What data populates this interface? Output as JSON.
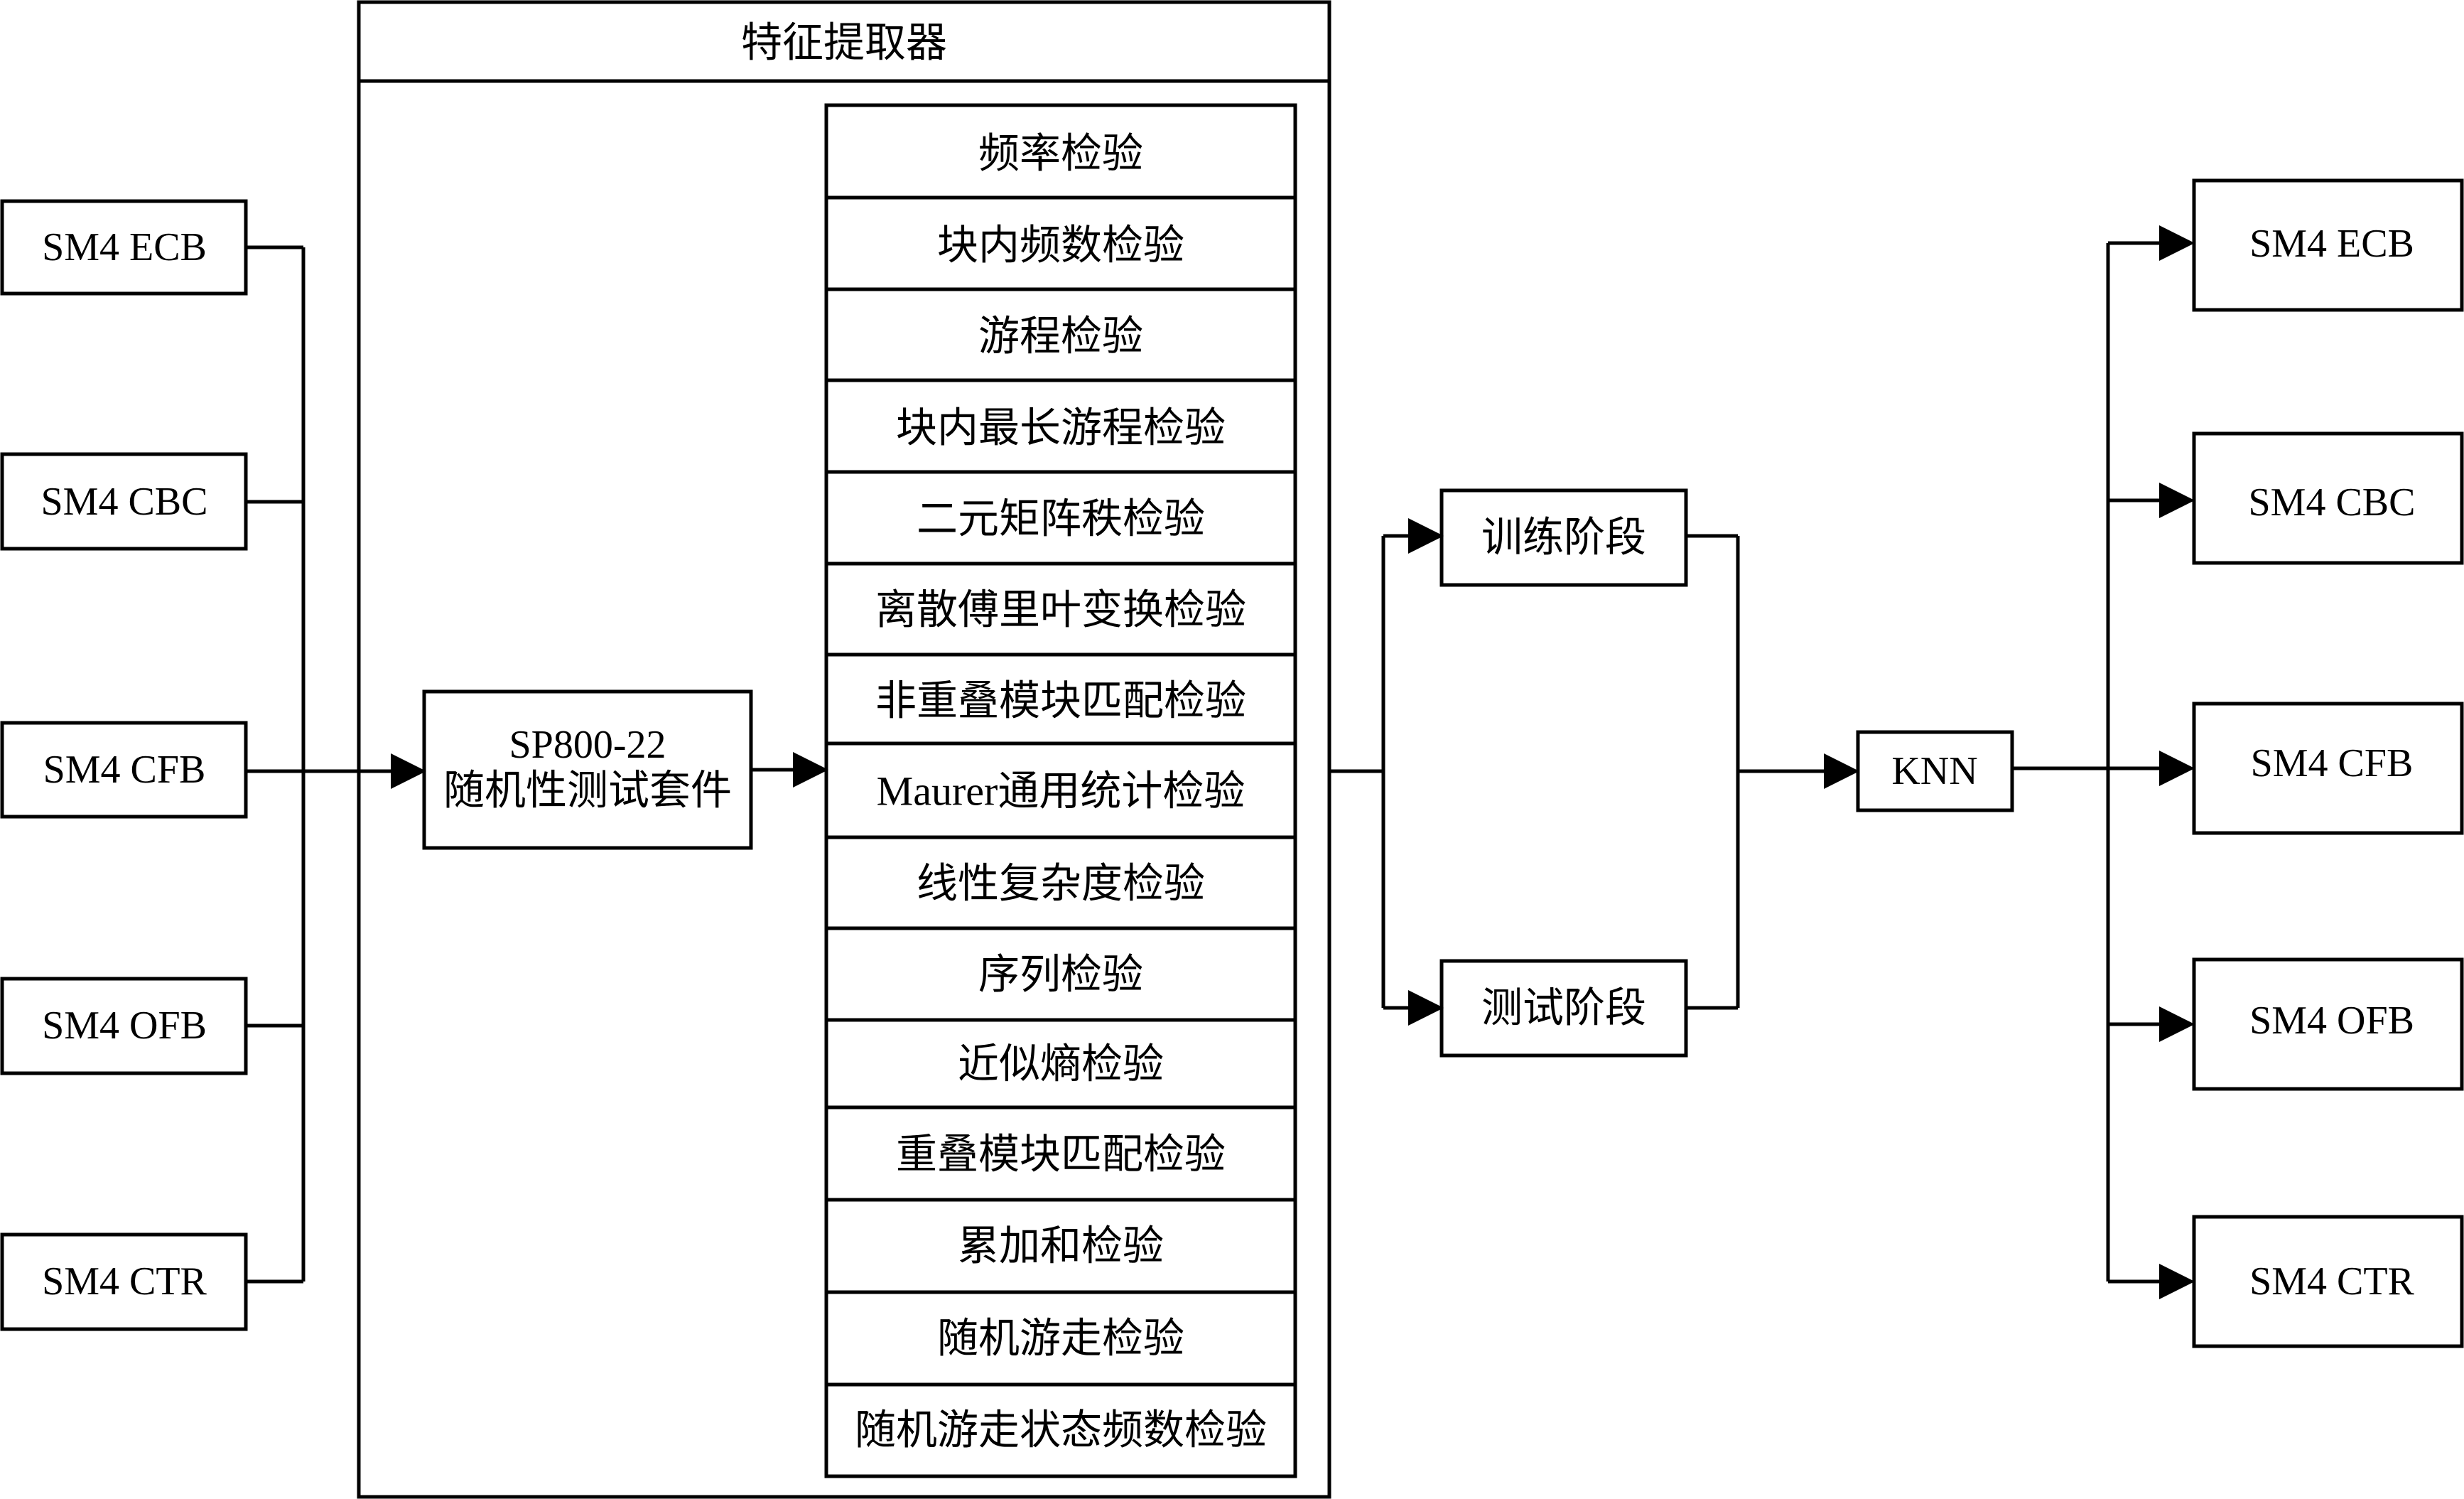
{
  "extractor": {
    "title": "特征提取器",
    "sp_box": {
      "line1": "SP800-22",
      "line2": "随机性测试套件"
    },
    "tests": [
      "频率检验",
      "块内频数检验",
      "游程检验",
      "块内最长游程检验",
      "二元矩阵秩检验",
      "离散傅里叶变换检验",
      "非重叠模块匹配检验",
      "Maurer通用统计检验",
      "线性复杂度检验",
      "序列检验",
      "近似熵检验",
      "重叠模块匹配检验",
      "累加和检验",
      "随机游走检验",
      "随机游走状态频数检验"
    ]
  },
  "inputs": [
    "SM4 ECB",
    "SM4 CBC",
    "SM4 CFB",
    "SM4 OFB",
    "SM4 CTR"
  ],
  "phases": {
    "train": "训练阶段",
    "test": "测试阶段"
  },
  "classifier": "KNN",
  "outputs": [
    "SM4 ECB",
    "SM4 CBC",
    "SM4 CFB",
    "SM4 OFB",
    "SM4 CTR"
  ]
}
